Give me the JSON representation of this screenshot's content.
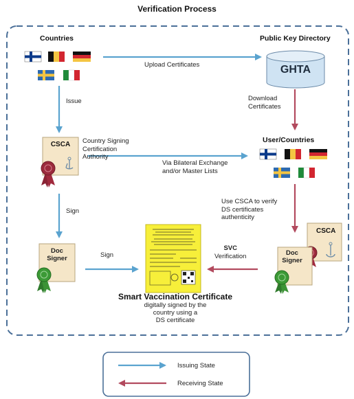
{
  "title": "Verification Process",
  "nodes": {
    "countries": "Countries",
    "pkd": "Public Key Directory",
    "ghta": "GHTA",
    "user_countries": "User/Countries",
    "csca": "CSCA",
    "csca_right": "CSCA",
    "doc_signer": [
      "Doc",
      "Signer"
    ],
    "doc_signer_right": [
      "Doc",
      "Signer"
    ],
    "csca_desc": [
      "Country Signing",
      "Certification",
      "Authority"
    ],
    "svc_title": "Smart Vaccination Certificate",
    "svc_sub": [
      "digitally signed by the",
      "country using a",
      "DS certificate"
    ]
  },
  "edges": {
    "upload": "Upload Certificates",
    "download": [
      "Download",
      "Certificates"
    ],
    "issue": "Issue",
    "bilateral": [
      "Via Bilateral Exchange",
      "and/or Master Lists"
    ],
    "sign_down": "Sign",
    "sign_right": "Sign",
    "use_csca": [
      "Use CSCA to verify",
      "DS certificates",
      "authenticity"
    ],
    "svc_verification": [
      "SVC",
      "Verification"
    ]
  },
  "legend": {
    "issuing": "Issuing State",
    "receiving": "Receiving State"
  },
  "colors": {
    "issuing_arrow": "#5aa3cf",
    "receiving_arrow": "#b24a5e",
    "dashed_border": "#4a6f98",
    "ghta_fill": "#cfe3f3",
    "cert_fill": "#f5e6c8",
    "svc_fill": "#f7ef3a"
  },
  "flags": {
    "top_left": [
      [
        [
          "#0b3a8a",
          "#ffffff"
        ],
        "finland"
      ],
      [
        [
          "#111111",
          "#f4c542",
          "#d22630"
        ],
        "belgium"
      ],
      [
        [
          "#111111",
          "#d22630",
          "#f4c542"
        ],
        "germany"
      ],
      [
        [
          "#2d6ab1",
          "#f4c542"
        ],
        "sweden"
      ],
      [
        [
          "#1f8a3a",
          "#ffffff",
          "#d22630"
        ],
        "italy"
      ]
    ]
  }
}
